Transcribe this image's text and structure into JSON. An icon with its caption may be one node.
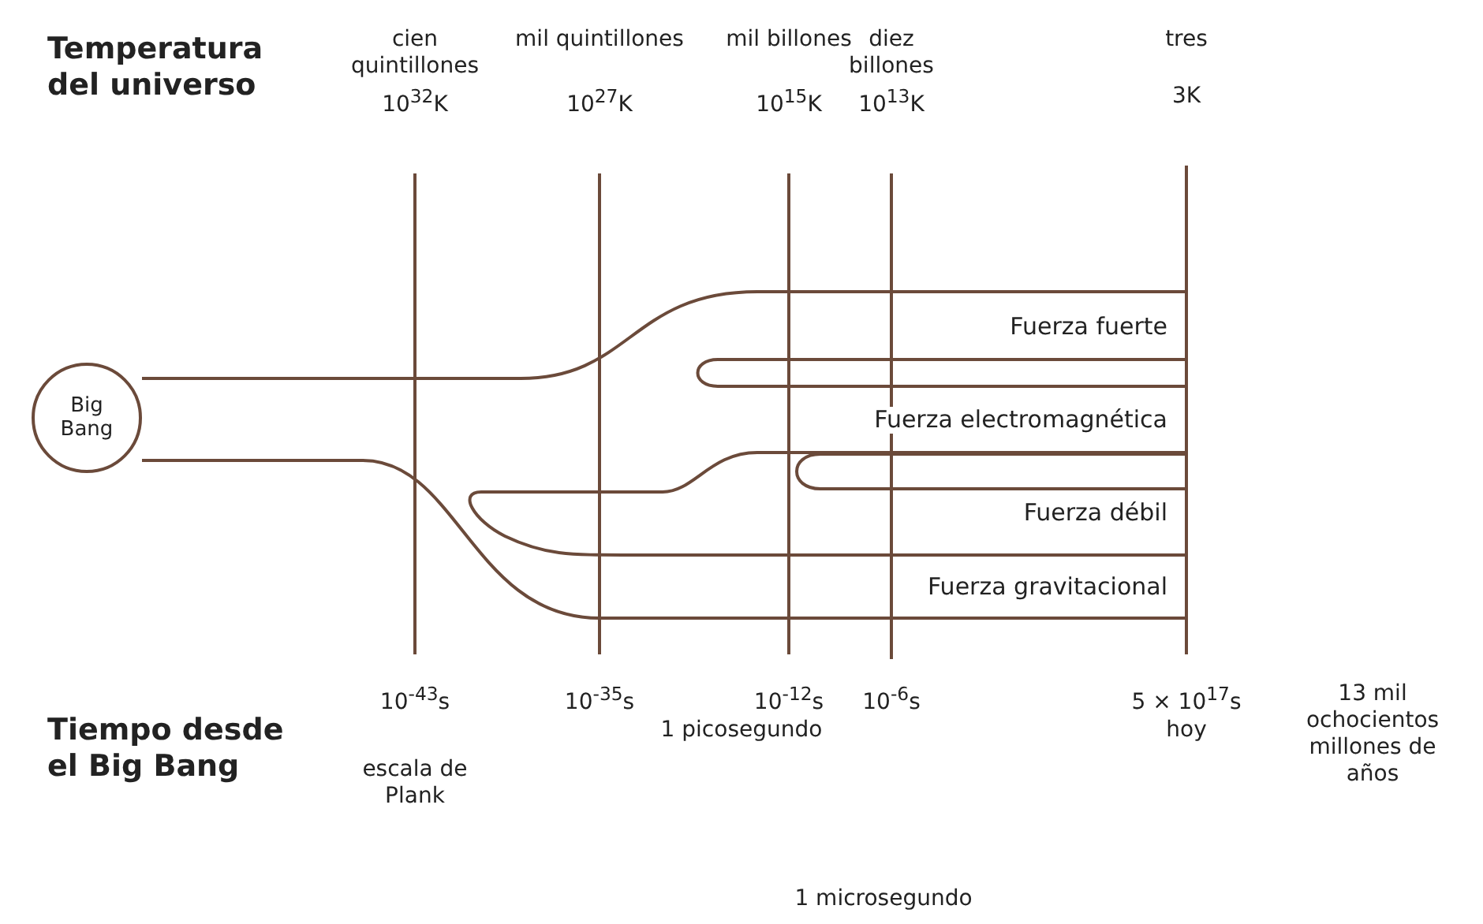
{
  "diagram": {
    "nodes": [
      {
        "text": [
          "Big Bang"
        ]
      }
    ],
    "edges": [],
    "labels": [
      "Temperatura del universo",
      "cien quintillones",
      "mil quintillones",
      "mil billones",
      "diez billones",
      "tres",
      "10$^{32}$K",
      "10$^{27}$K",
      "10$^{15}$K",
      "10$^{13}$K",
      "3K",
      "Fuerza fuerte",
      "Fuerza electromagnética",
      "Fuerza débil",
      "Fuerza gravitacional",
      "10$^{-43}$s",
      "10$^{-35}$s",
      "10$^{-12}$s",
      "10$^{-6}$s",
      "5 × 10$^{17}$s",
      "Tiempo desde el Big Bang",
      "1 picosegundo",
      "hoy",
      "13 mil ochocientos millones de años",
      "escala de Plank",
      "1 microsegundo"
    ]
  }
}
